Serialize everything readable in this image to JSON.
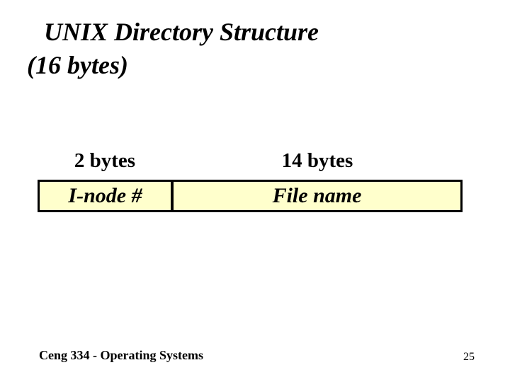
{
  "slide": {
    "title_line1": "UNIX Directory Structure",
    "title_line2": "(16 bytes)",
    "table": {
      "cell_bg": "#FFFFCC",
      "border_color": "#000000",
      "columns": [
        {
          "size_label": "2 bytes",
          "cell_label": "I-node #"
        },
        {
          "size_label": "14 bytes",
          "cell_label": "File name"
        }
      ]
    },
    "footer": "Ceng 334 - Operating Systems",
    "page_number": "25"
  }
}
